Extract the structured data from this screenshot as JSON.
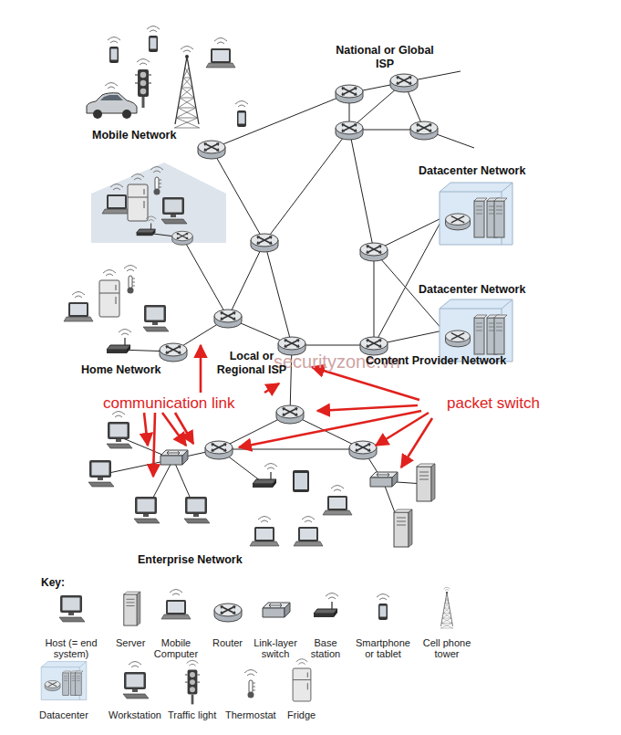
{
  "diagram": {
    "nodes": [
      {
        "text": [
          "Mobile Network"
        ]
      },
      {
        "text": [
          "National or Global ISP"
        ]
      },
      {
        "text": [
          "Content Provider Network"
        ]
      },
      {
        "text": [
          "Datacenter Network"
        ],
        "in": 2
      },
      {
        "text": [
          "Datacenter Network"
        ],
        "in": 2
      },
      {
        "text": [
          "Home Network"
        ]
      },
      {
        "text": [
          "Local or Regional ISP"
        ]
      },
      {
        "text": [
          "Enterprise Network"
        ]
      }
    ],
    "labels": [
      "securityzone.vn",
      "communication link",
      "packet switch",
      "Key:"
    ],
    "legend": [
      {
        "text": "Host (= end system)"
      },
      {
        "text": "Server"
      },
      {
        "text": "Mobile Computer"
      },
      {
        "text": "Router"
      },
      {
        "text": "Link-layer switch"
      },
      {
        "text": "Base station"
      },
      {
        "text": "Smartphone or tablet"
      },
      {
        "text": "Cell phone tower"
      },
      {
        "text": "Datacenter"
      },
      {
        "text": "Workstation"
      },
      {
        "text": "Traffic light"
      },
      {
        "text": "Thermostat"
      },
      {
        "text": "Fridge"
      }
    ]
  }
}
